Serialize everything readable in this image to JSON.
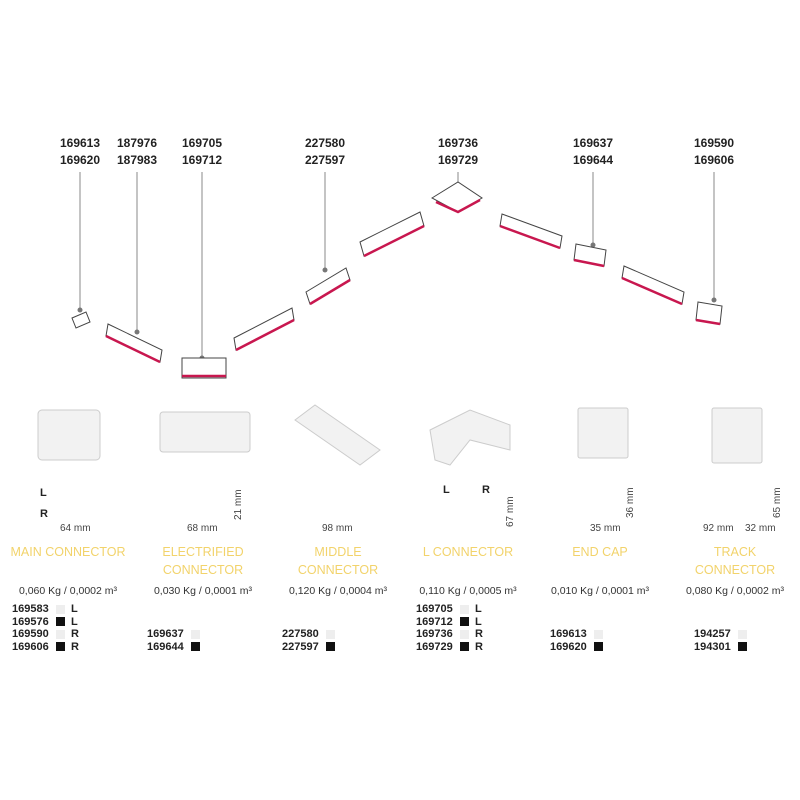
{
  "callouts": [
    {
      "a": "169613",
      "b": "169620"
    },
    {
      "a": "187976",
      "b": "187983"
    },
    {
      "a": "169705",
      "b": "169712"
    },
    {
      "a": "227580",
      "b": "227597"
    },
    {
      "a": "169736",
      "b": "169729"
    },
    {
      "a": "169637",
      "b": "169644"
    },
    {
      "a": "169590",
      "b": "169606"
    }
  ],
  "products": [
    {
      "title1": "MAIN CONNECTOR",
      "title2": "",
      "weight": "0,060 Kg / 0,0002 m³",
      "dims": [
        "64 mm"
      ],
      "dimv": [],
      "labels": [
        "L",
        "R"
      ],
      "codes": [
        {
          "code": "169583",
          "color": "white",
          "side": "L"
        },
        {
          "code": "169576",
          "color": "black",
          "side": "L"
        },
        {
          "code": "169590",
          "color": "white",
          "side": "R"
        },
        {
          "code": "169606",
          "color": "black",
          "side": "R"
        }
      ]
    },
    {
      "title1": "ELECTRIFIED",
      "title2": "CONNECTOR",
      "weight": "0,030 Kg / 0,0001 m³",
      "dims": [
        "68 mm"
      ],
      "dimv": [
        "21 mm"
      ],
      "labels": [],
      "codes": [
        {
          "code": "169637",
          "color": "white",
          "side": ""
        },
        {
          "code": "169644",
          "color": "black",
          "side": ""
        }
      ]
    },
    {
      "title1": "MIDDLE",
      "title2": "CONNECTOR",
      "weight": "0,120 Kg / 0,0004 m³",
      "dims": [
        "98 mm"
      ],
      "dimv": [],
      "labels": [],
      "codes": [
        {
          "code": "227580",
          "color": "white",
          "side": ""
        },
        {
          "code": "227597",
          "color": "black",
          "side": ""
        }
      ]
    },
    {
      "title1": "L CONNECTOR",
      "title2": "",
      "weight": "0,110 Kg / 0,0005 m³",
      "dims": [],
      "dimv": [
        "67 mm"
      ],
      "labels": [
        "L",
        "R"
      ],
      "codes": [
        {
          "code": "169705",
          "color": "white",
          "side": "L"
        },
        {
          "code": "169712",
          "color": "black",
          "side": "L"
        },
        {
          "code": "169736",
          "color": "white",
          "side": "R"
        },
        {
          "code": "169729",
          "color": "black",
          "side": "R"
        }
      ]
    },
    {
      "title1": "END CAP",
      "title2": "",
      "weight": "0,010 Kg / 0,0001 m³",
      "dims": [
        "35 mm"
      ],
      "dimv": [
        "36 mm"
      ],
      "labels": [],
      "codes": [
        {
          "code": "169613",
          "color": "white",
          "side": ""
        },
        {
          "code": "169620",
          "color": "black",
          "side": ""
        }
      ]
    },
    {
      "title1": "TRACK",
      "title2": "CONNECTOR",
      "weight": "0,080 Kg / 0,0002 m³",
      "dims": [
        "92 mm",
        "32 mm"
      ],
      "dimv": [
        "65 mm"
      ],
      "labels": [],
      "codes": [
        {
          "code": "194257",
          "color": "white",
          "side": ""
        },
        {
          "code": "194301",
          "color": "black",
          "side": ""
        }
      ]
    }
  ],
  "colors": {
    "accent": "#f2d36b",
    "track_red": "#c8174f"
  }
}
